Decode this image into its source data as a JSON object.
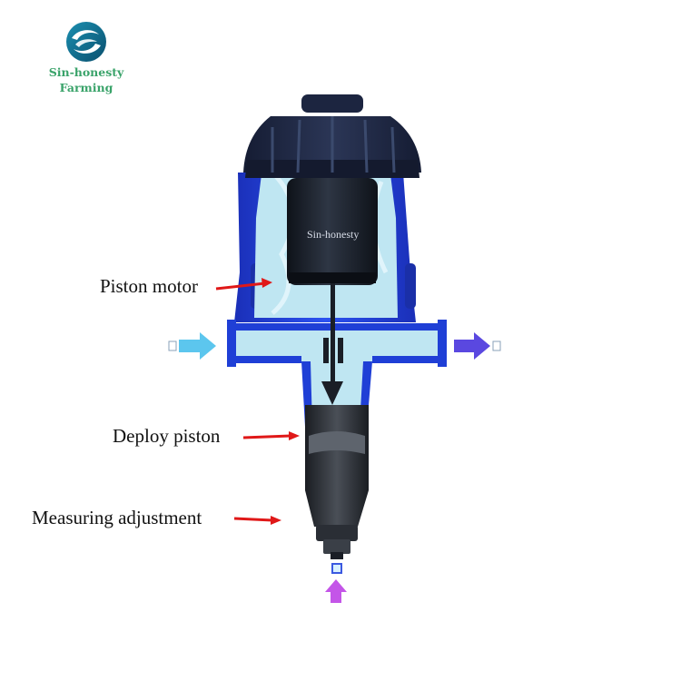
{
  "logo": {
    "line1": "Sin-honesty",
    "line2": "Farming",
    "icon": "spiral-wave-icon",
    "color": "#3aa36a"
  },
  "watermark": "Sin-honesty",
  "labels": {
    "piston_motor": "Piston motor",
    "deploy_piston": "Deploy piston",
    "measuring_adjustment": "Measuring adjustment"
  },
  "colors": {
    "housing_blue": "#1f3fd6",
    "cap_dark": "#1c2540",
    "water_light": "#bfe6f2",
    "arrow_red": "#e01818",
    "inlet_arrow": "#5cc6ee",
    "outlet_arrow": "#5a48e0",
    "suction_arrow": "#c455e8"
  }
}
